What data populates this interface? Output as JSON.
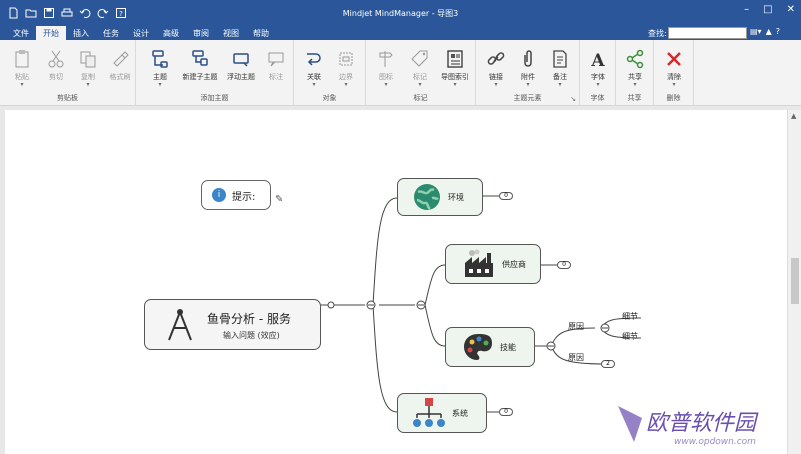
{
  "window": {
    "title": "Mindjet MindManager - 导图3",
    "controls": [
      "–",
      "□",
      "✕"
    ]
  },
  "quick_access": [
    "new-icon",
    "open-icon",
    "save-icon",
    "print-icon",
    "undo-icon",
    "redo-icon",
    "help-icon"
  ],
  "menu": {
    "tabs": [
      "文件",
      "开始",
      "插入",
      "任务",
      "设计",
      "高级",
      "审阅",
      "视图",
      "帮助"
    ],
    "active_tab": "开始",
    "search_label": "查找:",
    "search_value": ""
  },
  "ribbon": {
    "groups": [
      {
        "label": "剪贴板",
        "buttons": [
          "粘贴",
          "剪切",
          "复制",
          "格式刷"
        ]
      },
      {
        "label": "添加主题",
        "buttons": [
          "主题",
          "新建子主题",
          "浮动主题",
          "标注"
        ]
      },
      {
        "label": "对象",
        "buttons": [
          "关联",
          "边界"
        ]
      },
      {
        "label": "标记",
        "buttons": [
          "图标",
          "标记",
          "导图索引"
        ]
      },
      {
        "label": "主题元素",
        "buttons": [
          "链接",
          "附件",
          "备注"
        ]
      },
      {
        "label": "字体",
        "buttons": [
          "字体"
        ]
      },
      {
        "label": "共享",
        "buttons": [
          "共享"
        ]
      },
      {
        "label": "删除",
        "buttons": [
          "清除"
        ]
      }
    ]
  },
  "map": {
    "hint": "提示:",
    "central": {
      "title": "鱼骨分析 - 服务",
      "subtitle": "输入问题 (效应)"
    },
    "branches": [
      {
        "label": "环境",
        "badge": "0"
      },
      {
        "label": "供应商",
        "badge": "0"
      },
      {
        "label": "技能",
        "badge": ""
      },
      {
        "label": "系统",
        "badge": "0"
      }
    ],
    "skill_causes": [
      {
        "label": "原因",
        "details": [
          "细节",
          "细节"
        ]
      },
      {
        "label": "原因",
        "badge": "2"
      }
    ]
  },
  "watermark": {
    "text": "欧普软件园",
    "url": "www.opdown.com"
  },
  "colors": {
    "titlebar": "#2b579a",
    "ribbon": "#f3f3f3",
    "topic_fill": "#eef5ee",
    "delete_red": "#d62a2a",
    "share_green": "#3a8f3a"
  }
}
